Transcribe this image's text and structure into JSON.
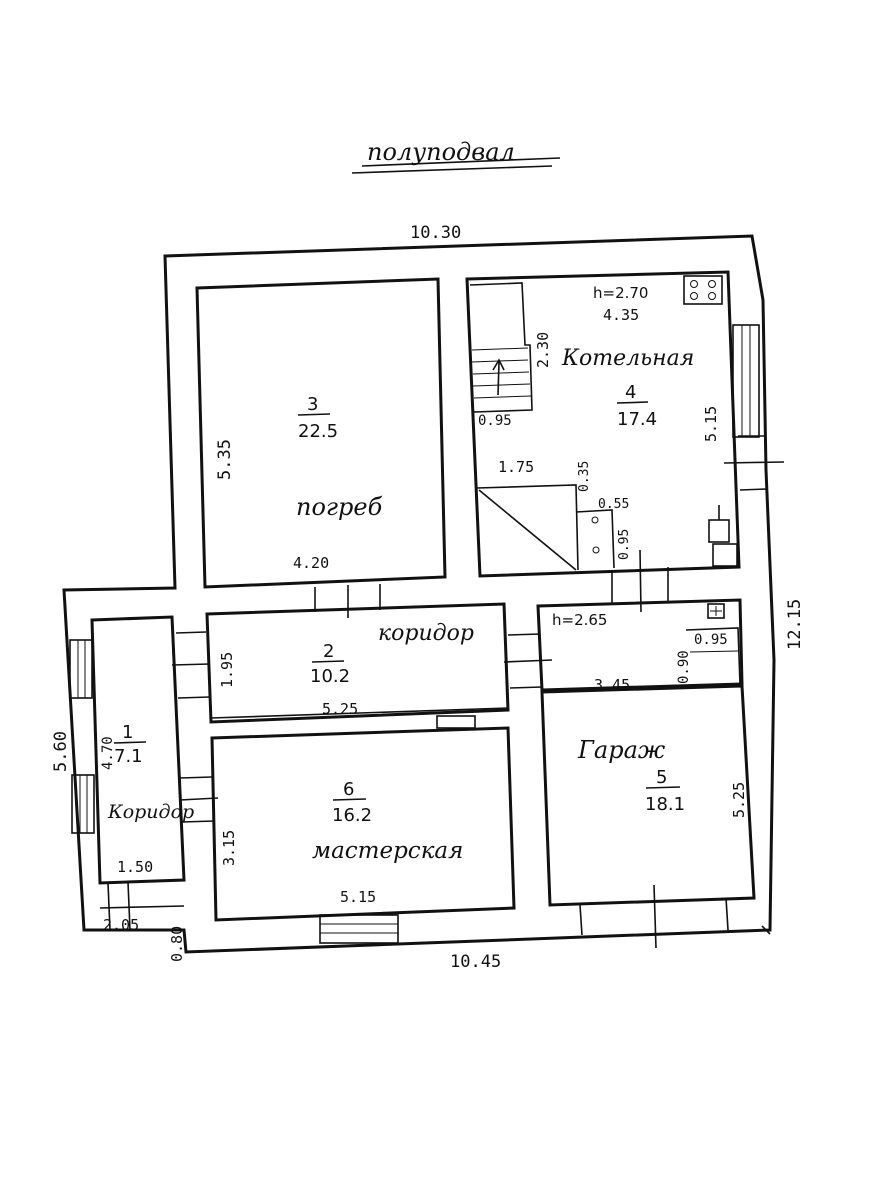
{
  "title": "полуподвал",
  "rooms": {
    "cellar": {
      "number": "3",
      "area": "22.5",
      "name": "погреб"
    },
    "boiler": {
      "number": "4",
      "area": "17.4",
      "name": "Котельная",
      "height": "h=2.70"
    },
    "corridor2": {
      "number": "2",
      "area": "10.2",
      "name": "коридор"
    },
    "corridor1": {
      "number": "1",
      "area": "7.1",
      "name": "Коридор"
    },
    "workshop": {
      "number": "6",
      "area": "16.2",
      "name": "мастерская"
    },
    "garage": {
      "number": "5",
      "area": "18.1",
      "name": "Гараж",
      "height": "h=2.65"
    }
  },
  "dimensions": {
    "top_total": "10.30",
    "bottom_total": "10.45",
    "right_total": "12.15",
    "left_total": "5.60",
    "cellar_height": "5.35",
    "cellar_width": "4.20",
    "boiler_width": "4.35",
    "boiler_height": "5.15",
    "stair_height": "2.30",
    "stair_width": "0.95",
    "stair_lower": "1.75",
    "niche_a": "0.35",
    "niche_b": "0.55",
    "niche_c": "0.95",
    "corridor2_height": "1.95",
    "corridor2_width": "5.25",
    "corridor1_height": "4.70",
    "corridor1_width": "1.50",
    "entry_width": "2.05",
    "entry_depth": "0.80",
    "workshop_height": "3.15",
    "workshop_width": "5.15",
    "garage_height": "5.25",
    "garage_room_width": "3.45",
    "garage_niche_w": "0.95",
    "garage_niche_h": "0.90"
  }
}
